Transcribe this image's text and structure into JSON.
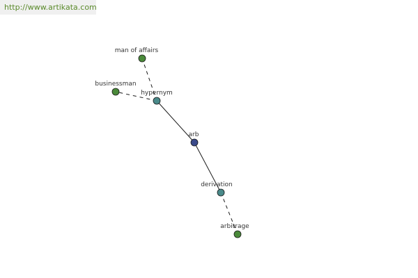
{
  "source_url": "http://www.artikata.com",
  "graph": {
    "nodes": [
      {
        "id": "man-of-affairs",
        "label": "man of affairs",
        "type": "word"
      },
      {
        "id": "businessman",
        "label": "businessman",
        "type": "word"
      },
      {
        "id": "hypernym",
        "label": "hypernym",
        "type": "relation"
      },
      {
        "id": "arb",
        "label": "arb",
        "type": "root"
      },
      {
        "id": "derivation",
        "label": "derivation",
        "type": "relation"
      },
      {
        "id": "arbitrage",
        "label": "arbitrage",
        "type": "word"
      }
    ],
    "edges": [
      {
        "from": "arb",
        "to": "hypernym",
        "style": "solid"
      },
      {
        "from": "arb",
        "to": "derivation",
        "style": "solid"
      },
      {
        "from": "hypernym",
        "to": "man-of-affairs",
        "style": "dashed"
      },
      {
        "from": "hypernym",
        "to": "businessman",
        "style": "dashed"
      },
      {
        "from": "derivation",
        "to": "arbitrage",
        "style": "dashed"
      }
    ],
    "colors": {
      "root": "#3a4a8a",
      "relation": "#4a8a8a",
      "word": "#4a8a3a",
      "stroke": "#1a1a1a",
      "url_text": "#5a8a2a",
      "banner_bg": "#f0f0f0"
    }
  }
}
